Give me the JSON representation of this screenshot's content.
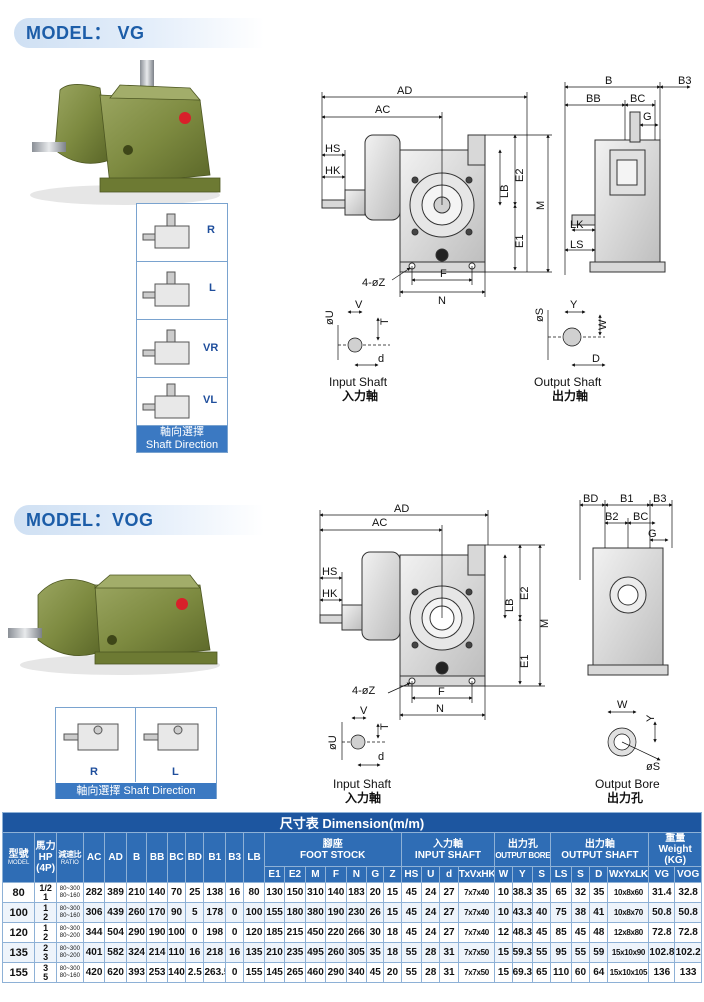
{
  "vg": {
    "model_label": "MODEL： VG",
    "directions": [
      {
        "label": "R"
      },
      {
        "label": "L"
      },
      {
        "label": "VR"
      },
      {
        "label": "VL"
      }
    ],
    "direction_footer_cn": "軸向選擇",
    "direction_footer_en": "Shaft Direction",
    "input_shaft_en": "Input Shaft",
    "input_shaft_cn": "入力軸",
    "output_shaft_en": "Output Shaft",
    "output_shaft_cn": "出力軸"
  },
  "vog": {
    "model_label": "MODEL：VOG",
    "directions": [
      {
        "label": "R"
      },
      {
        "label": "L"
      }
    ],
    "direction_footer": "軸向選擇  Shaft Direction",
    "input_shaft_en": "Input Shaft",
    "input_shaft_cn": "入力軸",
    "output_bore_en": "Output Bore",
    "output_bore_cn": "出力孔"
  },
  "dims": {
    "AD": "AD",
    "AC": "AC",
    "HS": "HS",
    "HK": "HK",
    "LB": "LB",
    "E2": "E2",
    "E1": "E1",
    "M": "M",
    "F": "F",
    "N": "N",
    "Z": "4-øZ",
    "B": "B",
    "BB": "BB",
    "BC": "BC",
    "B3": "B3",
    "G": "G",
    "LK": "LK",
    "LS": "LS",
    "BD": "BD",
    "B1": "B1",
    "B2": "B2",
    "U": "øU",
    "V": "V",
    "T": "T",
    "d": "d",
    "S": "øS",
    "Y": "Y",
    "W": "W",
    "D": "D"
  },
  "table": {
    "title": "尺寸表  Dimension(m/m)",
    "headers_top": {
      "model_cn": "型號",
      "model_en": "MODEL",
      "hp_cn": "馬力",
      "hp_en": "HP",
      "hp_pole": "(4P)",
      "ratio_cn": "減速比",
      "ratio_en": "RATIO",
      "ac": "AC",
      "ad": "AD",
      "b": "B",
      "bb": "BB",
      "bc": "BC",
      "bd": "BD",
      "b1": "B1",
      "b3": "B3",
      "lb": "LB",
      "foot_cn": "腳座",
      "foot_en": "FOOT STOCK",
      "input_cn": "入力軸",
      "input_en": "INPUT SHAFT",
      "bore_cn": "出力孔",
      "bore_en": "OUTPUT BORE",
      "oshaft_cn": "出力軸",
      "oshaft_en": "OUTPUT SHAFT",
      "weight_cn": "重量",
      "weight_en": "Weight",
      "weight_unit": "(KG)"
    },
    "headers_sub": [
      "E1",
      "E2",
      "M",
      "F",
      "N",
      "G",
      "Z",
      "HS",
      "U",
      "d",
      "TxVxHK",
      "W",
      "Y",
      "S",
      "LS",
      "S",
      "D",
      "WxYxLK",
      "VG",
      "VOG"
    ],
    "rows": [
      {
        "model": "80",
        "hp": [
          "1/2",
          "1"
        ],
        "ratio": [
          "80~300",
          "80~160"
        ],
        "vals": [
          "282",
          "389",
          "210",
          "140",
          "70",
          "25",
          "138",
          "16",
          "80",
          "130",
          "150",
          "310",
          "140",
          "183",
          "20",
          "15",
          "45",
          "24",
          "27",
          "7x7x40",
          "10",
          "38.3",
          "35",
          "65",
          "32",
          "35",
          "10x8x60",
          "31.4",
          "32.8"
        ]
      },
      {
        "model": "100",
        "hp": [
          "1",
          "2"
        ],
        "ratio": [
          "80~300",
          "80~160"
        ],
        "vals": [
          "306",
          "439",
          "260",
          "170",
          "90",
          "5",
          "178",
          "0",
          "100",
          "155",
          "180",
          "380",
          "190",
          "230",
          "26",
          "15",
          "45",
          "24",
          "27",
          "7x7x40",
          "10",
          "43.3",
          "40",
          "75",
          "38",
          "41",
          "10x8x70",
          "50.8",
          "50.8"
        ]
      },
      {
        "model": "120",
        "hp": [
          "1",
          "2"
        ],
        "ratio": [
          "80~300",
          "80~200"
        ],
        "vals": [
          "344",
          "504",
          "290",
          "190",
          "100",
          "0",
          "198",
          "0",
          "120",
          "185",
          "215",
          "450",
          "220",
          "266",
          "30",
          "18",
          "45",
          "24",
          "27",
          "7x7x40",
          "12",
          "48.3",
          "45",
          "85",
          "45",
          "48",
          "12x8x80",
          "72.8",
          "72.8"
        ]
      },
      {
        "model": "135",
        "hp": [
          "2",
          "3"
        ],
        "ratio": [
          "80~300",
          "80~200"
        ],
        "vals": [
          "401",
          "582",
          "324",
          "214",
          "110",
          "16",
          "218",
          "16",
          "135",
          "210",
          "235",
          "495",
          "260",
          "305",
          "35",
          "18",
          "55",
          "28",
          "31",
          "7x7x50",
          "15",
          "59.3",
          "55",
          "95",
          "55",
          "59",
          "15x10x90",
          "102.8",
          "102.2"
        ]
      },
      {
        "model": "155",
        "hp": [
          "3",
          "5"
        ],
        "ratio": [
          "80~300",
          "80~160"
        ],
        "vals": [
          "420",
          "620",
          "393",
          "253",
          "140",
          "2.5",
          "263.5",
          "0",
          "155",
          "145",
          "265",
          "460",
          "290",
          "340",
          "45",
          "20",
          "55",
          "28",
          "31",
          "7x7x50",
          "15",
          "69.3",
          "65",
          "110",
          "60",
          "64",
          "15x10x105",
          "136",
          "133"
        ]
      }
    ]
  }
}
